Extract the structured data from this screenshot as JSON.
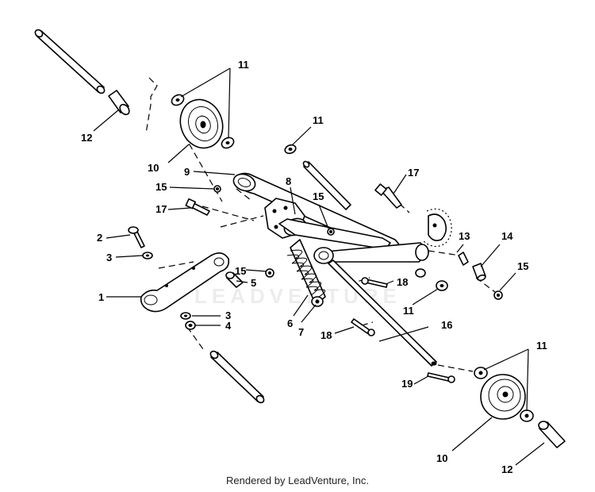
{
  "watermark": "LEADVENTURE",
  "footer": "Rendered by LeadVenture, Inc.",
  "callouts": {
    "c1": "1",
    "c2": "2",
    "c3a": "3",
    "c3b": "3",
    "c4": "4",
    "c5": "5",
    "c6": "6",
    "c7": "7",
    "c8": "8",
    "c9": "9",
    "c10a": "10",
    "c10b": "10",
    "c11a": "11",
    "c11b": "11",
    "c11c": "11",
    "c11d": "11",
    "c12a": "12",
    "c12b": "12",
    "c13": "13",
    "c14": "14",
    "c15a": "15",
    "c15b": "15",
    "c15c": "15",
    "c15d": "15",
    "c16": "16",
    "c17a": "17",
    "c17b": "17",
    "c18a": "18",
    "c18b": "18",
    "c19": "19"
  }
}
